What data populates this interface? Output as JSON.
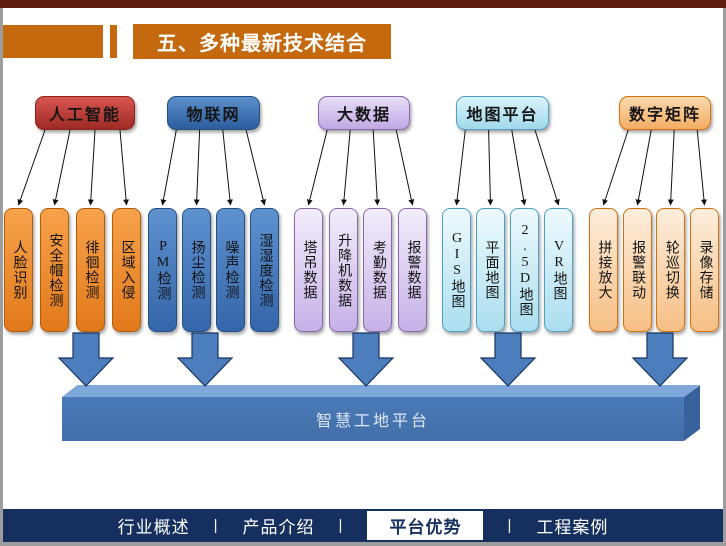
{
  "slide": {
    "title": "五、多种最新技术结合",
    "platform_label": "智慧工地平台"
  },
  "categories": [
    {
      "label": "人工智能",
      "items": [
        "人脸识别",
        "安全帽检测",
        "徘徊检测",
        "区域入侵"
      ],
      "colors": {
        "header_top": "#d95550",
        "header_bottom": "#9e2b24",
        "header_border": "#8f241e",
        "box_top": "#f7a24a",
        "box_bottom": "#e2791b",
        "box_border": "#b05c0a"
      }
    },
    {
      "label": "物联网",
      "items": [
        "PM检测",
        "扬尘检测",
        "噪声检测",
        "湿湿度检测"
      ],
      "colors": {
        "header_top": "#5b90cc",
        "header_bottom": "#2c5d9f",
        "header_border": "#24507f",
        "box_top": "#5e92cf",
        "box_bottom": "#3465aa",
        "box_border": "#274f80"
      }
    },
    {
      "label": "大数据",
      "items": [
        "塔吊数据",
        "升降机数据",
        "考勤数据",
        "报警数据"
      ],
      "colors": {
        "header_top": "#e6def7",
        "header_bottom": "#c0a9e4",
        "header_border": "#8767ae",
        "box_top": "#f2edfb",
        "box_bottom": "#c6b1e6",
        "box_border": "#8767ae"
      }
    },
    {
      "label": "地图平台",
      "items": [
        "GIS地图",
        "平面地图",
        "2.5D地图",
        "VR地图"
      ],
      "colors": {
        "header_top": "#d9f3fa",
        "header_bottom": "#a0d9ec",
        "header_border": "#4f9fc4",
        "box_top": "#eefafd",
        "box_bottom": "#abdeef",
        "box_border": "#4f9fc4"
      }
    },
    {
      "label": "数字矩阵",
      "items": [
        "拼接放大",
        "报警联动",
        "轮巡切换",
        "录像存储"
      ],
      "colors": {
        "header_top": "#fbd9ae",
        "header_bottom": "#f3ad62",
        "header_border": "#d4700e",
        "box_top": "#fdeedd",
        "box_bottom": "#f6bf85",
        "box_border": "#d4700e"
      }
    }
  ],
  "nav": {
    "items": [
      "行业概述",
      "产品介绍",
      "平台优势",
      "工程案例"
    ],
    "active_item": "平台优势",
    "separator": "|"
  },
  "colors": {
    "title_bar": "#c4690e",
    "top_strip": "#5e1f10",
    "nav_bg": "#15305f",
    "nav_active_bg": "#ffffff",
    "nav_active_text": "#15305f",
    "platform_front": "#4a7ab8",
    "platform_top": "#7ea8da",
    "platform_side": "#39619c",
    "big_arrow_fill": "#4c7dbd",
    "big_arrow_stroke": "#1b3560",
    "connector": "#111111"
  }
}
